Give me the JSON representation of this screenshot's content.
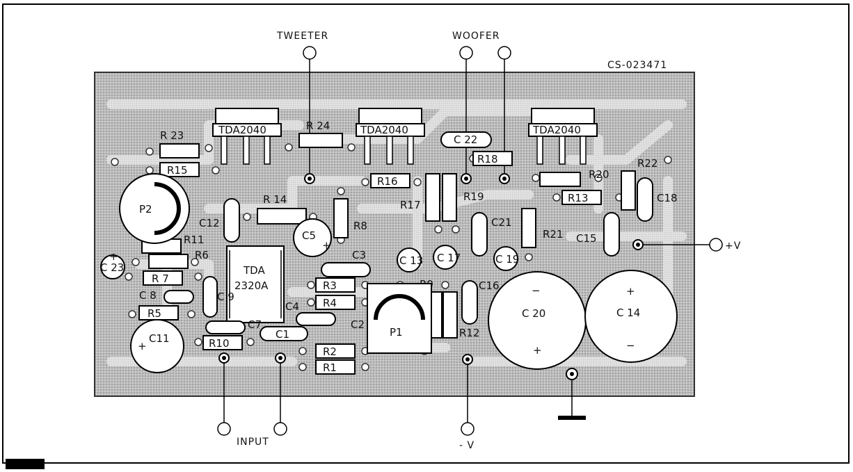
{
  "drawing": {
    "code": "CS-023471",
    "terminals": {
      "tweeter": "TWEETER",
      "woofer": "WOOFER",
      "input": "INPUT",
      "plus_v": "+V",
      "minus_v": "- V"
    },
    "ics": {
      "u1": "TDA2040",
      "u2": "TDA2040",
      "u3": "TDA2040",
      "u4_line1": "TDA",
      "u4_line2": "2320A"
    },
    "resistors": {
      "r1": "R1",
      "r2": "R2",
      "r3": "R3",
      "r4": "R4",
      "r5": "R5",
      "r6": "R6",
      "r7": "R 7",
      "r8": "R8",
      "r9": "R9",
      "r10": "R10",
      "r11": "R11",
      "r12": "R12",
      "r13": "R13",
      "r14": "R 14",
      "r15": "R15",
      "r16": "R16",
      "r17": "R17",
      "r18": "R18",
      "r19": "R19",
      "r20": "R20",
      "r21": "R21",
      "r22": "R22",
      "r23": "R 23",
      "r24": "R 24"
    },
    "capacitors": {
      "c1": "C1",
      "c2": "C2",
      "c3": "C3",
      "c4": "C4",
      "c5": "C5",
      "c7": "C7",
      "c8": "C 8",
      "c9": "C 9",
      "c11": "C11",
      "c12": "C12",
      "c13": "C 13",
      "c14": "C 14",
      "c15": "C15",
      "c16": "C16",
      "c17": "C 17",
      "c18": "C18",
      "c19": "C 19",
      "c20": "C 20",
      "c21": "C21",
      "c22": "C 22",
      "c23": "C 23"
    },
    "pots": {
      "p1": "P1",
      "p2": "P2"
    },
    "polarity": {
      "plus": "+",
      "minus": "−"
    }
  }
}
